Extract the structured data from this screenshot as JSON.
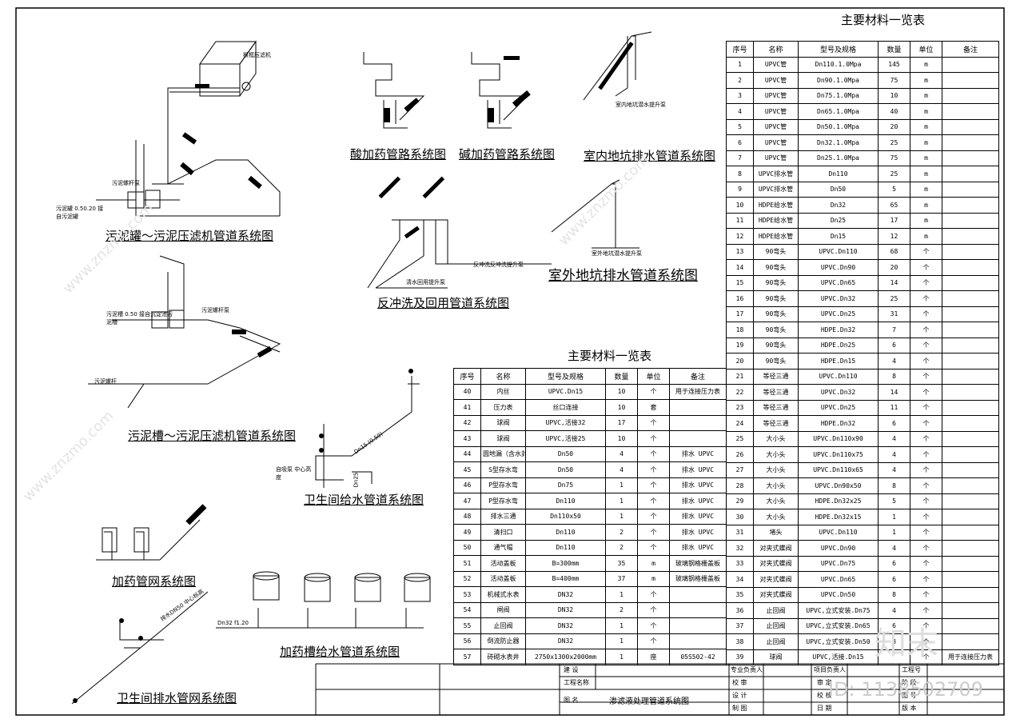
{
  "titles": {
    "sludge_tank": "污泥罐～污泥压滤机管道系统图",
    "sludge_trough": "污泥槽～污泥压滤机管道系统图",
    "acid_dosing": "酸加药管路系统图",
    "alkali_dosing": "碱加药管路系统图",
    "indoor_pit": "室内地坑排水管道系统图",
    "backwash": "反冲洗及回用管道系统图",
    "outdoor_pit": "室外地坑排水管道系统图",
    "toilet_supply": "卫生间给水管道系统图",
    "dosing_network": "加药管网系统图",
    "toilet_drain": "卫生间排水管网系统图",
    "dosing_tank_supply": "加药槽给水管道系统图"
  },
  "labels": {
    "filter_press": "板框压滤机",
    "sludge_pump": "污泥螺杆泵",
    "sludge_tank_note": "污泥罐 0.50.20 接自污泥罐",
    "sludge_trough_note": "污泥槽 0.50 接自沉淀池污泥槽",
    "sludge_screw_pump": "污泥螺杆泵",
    "sludge_screw": "污泥螺杆",
    "indoor_pump": "室内地坑潜水提升泵",
    "outdoor_pump": "室外地坑潜水提升泵",
    "backwash_pump": "反冲洗反冲洗提升泵",
    "reuse_pump": "清水回用提升泵",
    "self_priming": "自吸泵 中心高度",
    "toilet_pipe": "Dn15 (0.50)",
    "dn25": "Dn25",
    "dn32": "Dn32 f1.20",
    "drain_note": "排水DN50 中心标高"
  },
  "table_right": {
    "title": "主要材料一览表",
    "headers": [
      "序号",
      "名称",
      "型号及规格",
      "数量",
      "单位",
      "备注"
    ],
    "rows": [
      [
        "1",
        "UPVC管",
        "Dn110.1.0Mpa",
        "145",
        "m",
        ""
      ],
      [
        "2",
        "UPVC管",
        "Dn90.1.0Mpa",
        "75",
        "m",
        ""
      ],
      [
        "3",
        "UPVC管",
        "Dn75.1.0Mpa",
        "10",
        "m",
        ""
      ],
      [
        "4",
        "UPVC管",
        "Dn65.1.0Mpa",
        "40",
        "m",
        ""
      ],
      [
        "5",
        "UPVC管",
        "Dn50.1.0Mpa",
        "20",
        "m",
        ""
      ],
      [
        "6",
        "UPVC管",
        "Dn32.1.0Mpa",
        "25",
        "m",
        ""
      ],
      [
        "7",
        "UPVC管",
        "Dn25.1.0Mpa",
        "75",
        "m",
        ""
      ],
      [
        "8",
        "UPVC排水管",
        "Dn110",
        "25",
        "m",
        ""
      ],
      [
        "9",
        "UPVC排水管",
        "Dn50",
        "5",
        "m",
        ""
      ],
      [
        "10",
        "HDPE给水管",
        "Dn32",
        "65",
        "m",
        ""
      ],
      [
        "11",
        "HDPE给水管",
        "Dn25",
        "17",
        "m",
        ""
      ],
      [
        "12",
        "HDPE给水管",
        "Dn15",
        "12",
        "m",
        ""
      ],
      [
        "13",
        "90弯头",
        "UPVC.Dn110",
        "68",
        "个",
        ""
      ],
      [
        "14",
        "90弯头",
        "UPVC.Dn90",
        "20",
        "个",
        ""
      ],
      [
        "15",
        "90弯头",
        "UPVC.Dn65",
        "14",
        "个",
        ""
      ],
      [
        "16",
        "90弯头",
        "UPVC.Dn32",
        "25",
        "个",
        ""
      ],
      [
        "17",
        "90弯头",
        "UPVC.Dn25",
        "31",
        "个",
        ""
      ],
      [
        "18",
        "90弯头",
        "HDPE.Dn32",
        "7",
        "个",
        ""
      ],
      [
        "19",
        "90弯头",
        "HDPE.Dn25",
        "6",
        "个",
        ""
      ],
      [
        "20",
        "90弯头",
        "HDPE.Dn15",
        "4",
        "个",
        ""
      ],
      [
        "21",
        "等径三通",
        "UPVC.Dn110",
        "8",
        "个",
        ""
      ],
      [
        "22",
        "等径三通",
        "UPVC.Dn32",
        "14",
        "个",
        ""
      ],
      [
        "23",
        "等径三通",
        "UPVC.Dn25",
        "11",
        "个",
        ""
      ],
      [
        "24",
        "等径三通",
        "HDPE.Dn32",
        "6",
        "个",
        ""
      ],
      [
        "25",
        "大小头",
        "UPVC.Dn110x90",
        "4",
        "个",
        ""
      ],
      [
        "26",
        "大小头",
        "UPVC.Dn110x75",
        "4",
        "个",
        ""
      ],
      [
        "27",
        "大小头",
        "UPVC.Dn110x65",
        "4",
        "个",
        ""
      ],
      [
        "28",
        "大小头",
        "UPVC.Dn90x50",
        "8",
        "个",
        ""
      ],
      [
        "29",
        "大小头",
        "HDPE.Dn32x25",
        "5",
        "个",
        ""
      ],
      [
        "30",
        "大小头",
        "HDPE.Dn32x15",
        "1",
        "个",
        ""
      ],
      [
        "31",
        "堵头",
        "UPVC.Dn110",
        "1",
        "个",
        ""
      ],
      [
        "32",
        "对夹式蝶阀",
        "UPVC.Dn90",
        "4",
        "个",
        ""
      ],
      [
        "33",
        "对夹式蝶阀",
        "UPVC.Dn75",
        "6",
        "个",
        ""
      ],
      [
        "34",
        "对夹式蝶阀",
        "UPVC.Dn65",
        "6",
        "个",
        ""
      ],
      [
        "35",
        "对夹式蝶阀",
        "UPVC.Dn50",
        "8",
        "个",
        ""
      ],
      [
        "36",
        "止回阀",
        "UPVC,立式安装.Dn75",
        "4",
        "个",
        ""
      ],
      [
        "37",
        "止回阀",
        "UPVC,立式安装.Dn65",
        "6",
        "个",
        ""
      ],
      [
        "38",
        "止回阀",
        "UPVC,立式安装.Dn50",
        "8",
        "个",
        ""
      ],
      [
        "39",
        "球阀",
        "UPVC,活接.Dn15",
        "",
        "个",
        "用于连接压力表"
      ]
    ]
  },
  "table_left": {
    "title": "主要材料一览表",
    "headers": [
      "序号",
      "名称",
      "型号及规格",
      "数量",
      "单位",
      "备注"
    ],
    "rows": [
      [
        "40",
        "内丝",
        "UPVC.Dn15",
        "10",
        "个",
        "用于连接压力表"
      ],
      [
        "41",
        "压力表",
        "丝口连接",
        "10",
        "套",
        ""
      ],
      [
        "42",
        "球阀",
        "UPVC,活接32",
        "17",
        "个",
        ""
      ],
      [
        "43",
        "球阀",
        "UPVC,活接25",
        "10",
        "个",
        ""
      ],
      [
        "44",
        "圆地漏（含水封）",
        "Dn50",
        "4",
        "个",
        "排水 UPVC"
      ],
      [
        "45",
        "S型存水弯",
        "Dn50",
        "4",
        "个",
        "排水 UPVC"
      ],
      [
        "46",
        "P型存水弯",
        "Dn75",
        "1",
        "个",
        "排水 UPVC"
      ],
      [
        "47",
        "P型存水弯",
        "Dn110",
        "1",
        "个",
        "排水 UPVC"
      ],
      [
        "48",
        "排水三通",
        "Dn110x50",
        "1",
        "个",
        "排水 UPVC"
      ],
      [
        "49",
        "清扫口",
        "Dn110",
        "2",
        "个",
        "排水 UPVC"
      ],
      [
        "50",
        "通气帽",
        "Dn110",
        "2",
        "个",
        "排水 UPVC"
      ],
      [
        "51",
        "活动盖板",
        "B=300mm",
        "35",
        "m",
        "玻璃钢格栅盖板"
      ],
      [
        "52",
        "活动盖板",
        "B=400mm",
        "37",
        "m",
        "玻璃钢格栅盖板"
      ],
      [
        "53",
        "机械式水表",
        "DN32",
        "1",
        "个",
        ""
      ],
      [
        "54",
        "闸阀",
        "DN32",
        "2",
        "个",
        ""
      ],
      [
        "55",
        "止回阀",
        "DN32",
        "1",
        "个",
        ""
      ],
      [
        "56",
        "倒流防止器",
        "DN32",
        "1",
        "个",
        ""
      ],
      [
        "57",
        "砖砌水表井",
        "2750x1300x2000mm",
        "1",
        "座",
        "05S502-42"
      ]
    ]
  },
  "title_block": {
    "client_label": "建 设",
    "project_label": "工程名称",
    "drawing_label": "图 名",
    "drawing_name": "渗滤液处理管道系统图",
    "discipline_label": "专业负责人",
    "review_label": "校 审",
    "design_label": "设 计",
    "draw_label": "制 图",
    "project_lead_label": "项目负责人",
    "audit_label": "审 定",
    "check_label": "校 核",
    "date_label": "日 期",
    "project_no_label": "工程号",
    "phase_label": "阶 段",
    "sheet_label": "图 号",
    "version_label": "版 本"
  },
  "watermark": {
    "logo": "知末",
    "id_text": "ID: 1138502709",
    "site": "www.znzmo.com"
  }
}
